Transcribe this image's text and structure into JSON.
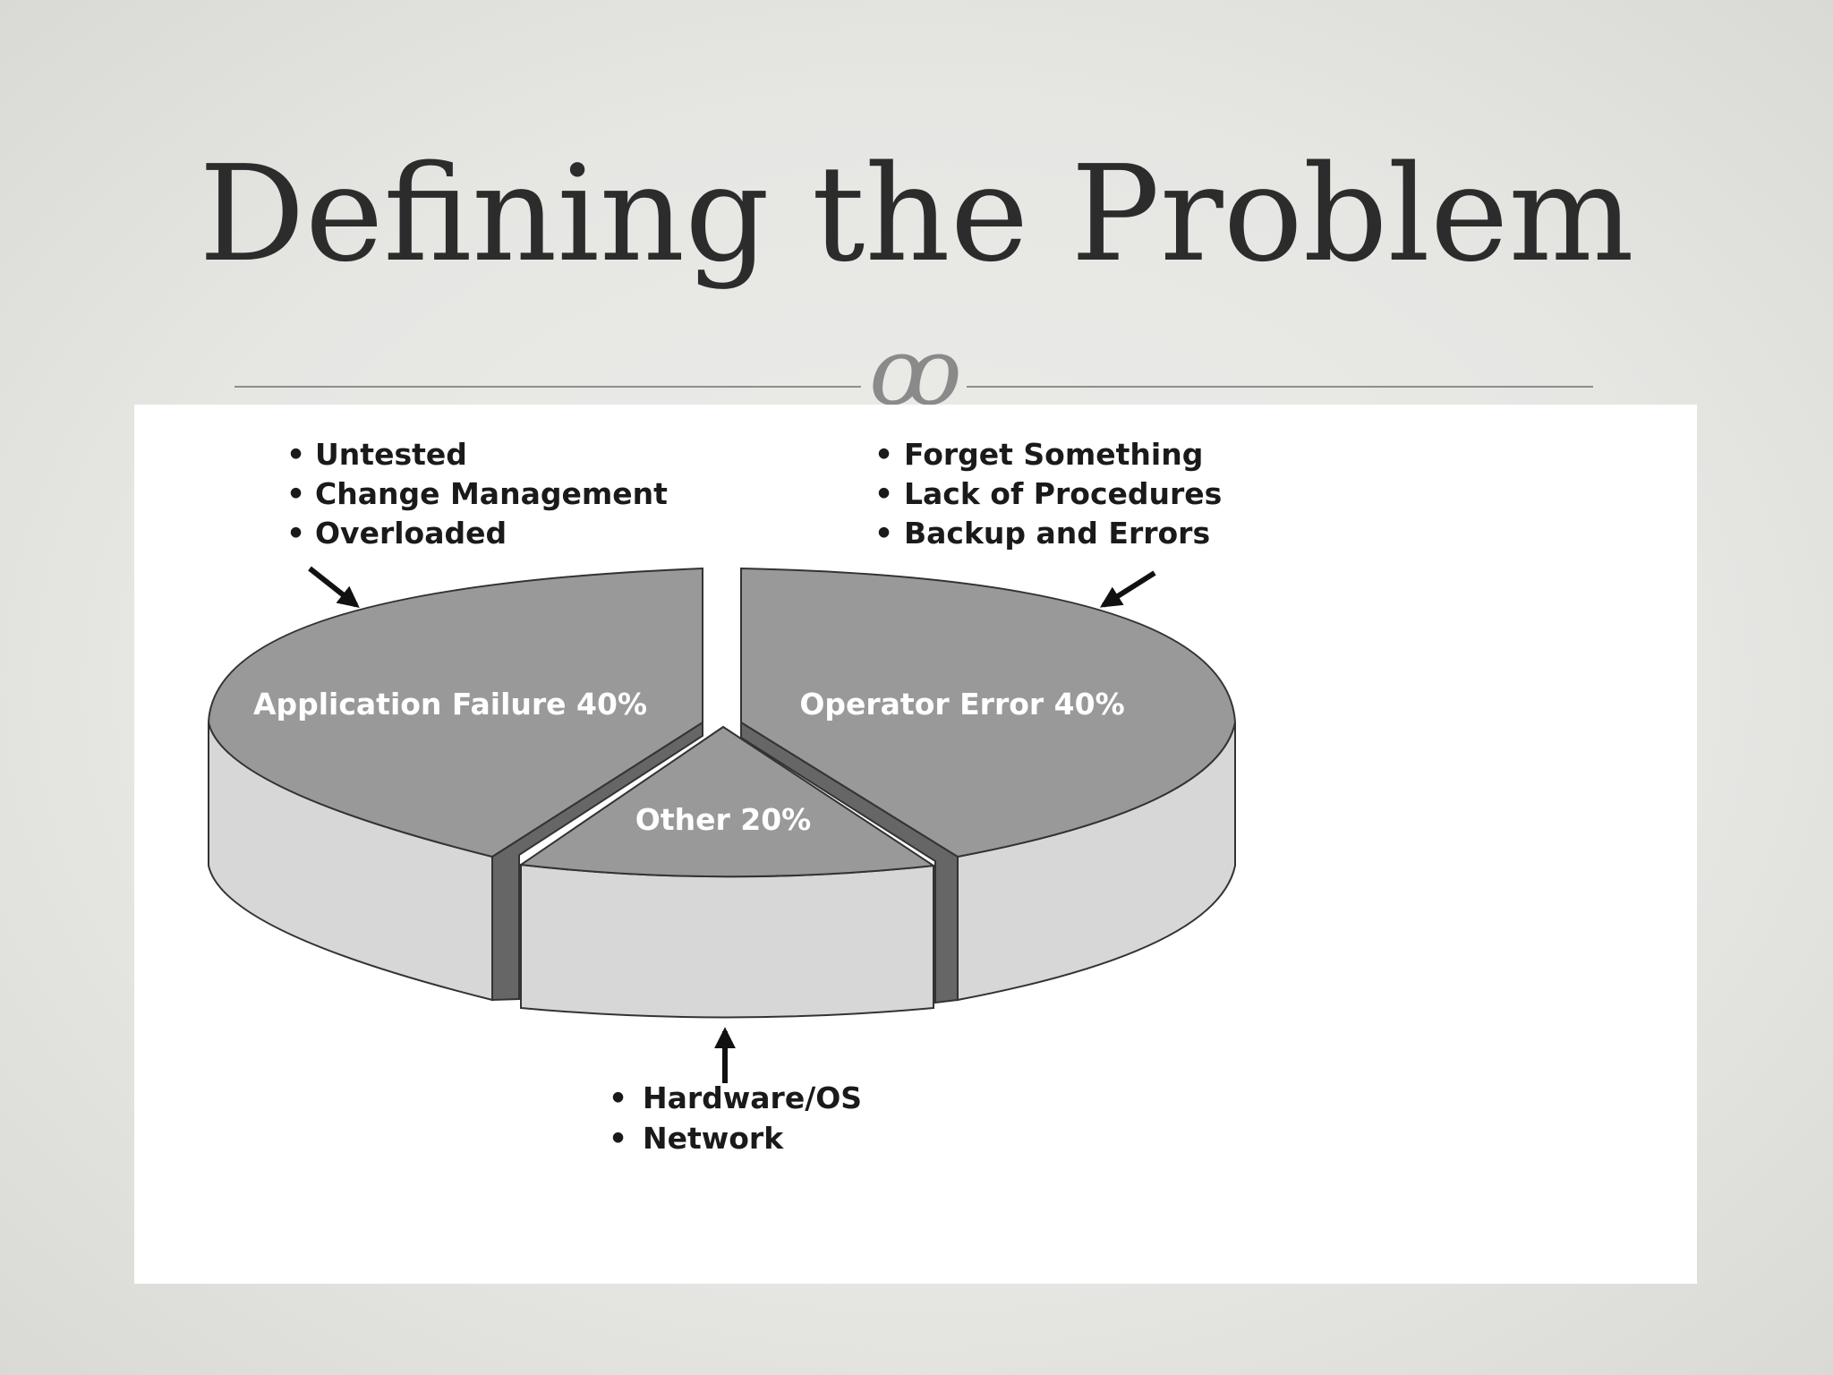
{
  "slide": {
    "title": "Defining the Problem",
    "ornament_glyph": "ꝏ"
  },
  "colors": {
    "background": "#e6e6e3",
    "pie_top": "#999999",
    "pie_side": "#d7d7d7",
    "pie_inner": "#666666",
    "label_text": "#ffffff",
    "note_text": "#1a1a1a"
  },
  "chart_data": {
    "type": "pie",
    "style": "3d-exploded",
    "categories": [
      "Application Failure",
      "Operator Error",
      "Other"
    ],
    "values": [
      40,
      40,
      20
    ],
    "unit": "%",
    "labels": [
      "Application Failure 40%",
      "Operator Error 40%",
      "Other 20%"
    ],
    "annotations": [
      {
        "category": "Application Failure",
        "items": [
          "Untested",
          "Change Management",
          "Overloaded"
        ]
      },
      {
        "category": "Operator Error",
        "items": [
          "Forget Something",
          "Lack of Procedures",
          "Backup and Errors"
        ]
      },
      {
        "category": "Other",
        "items": [
          "Hardware/OS",
          "Network"
        ]
      }
    ]
  }
}
